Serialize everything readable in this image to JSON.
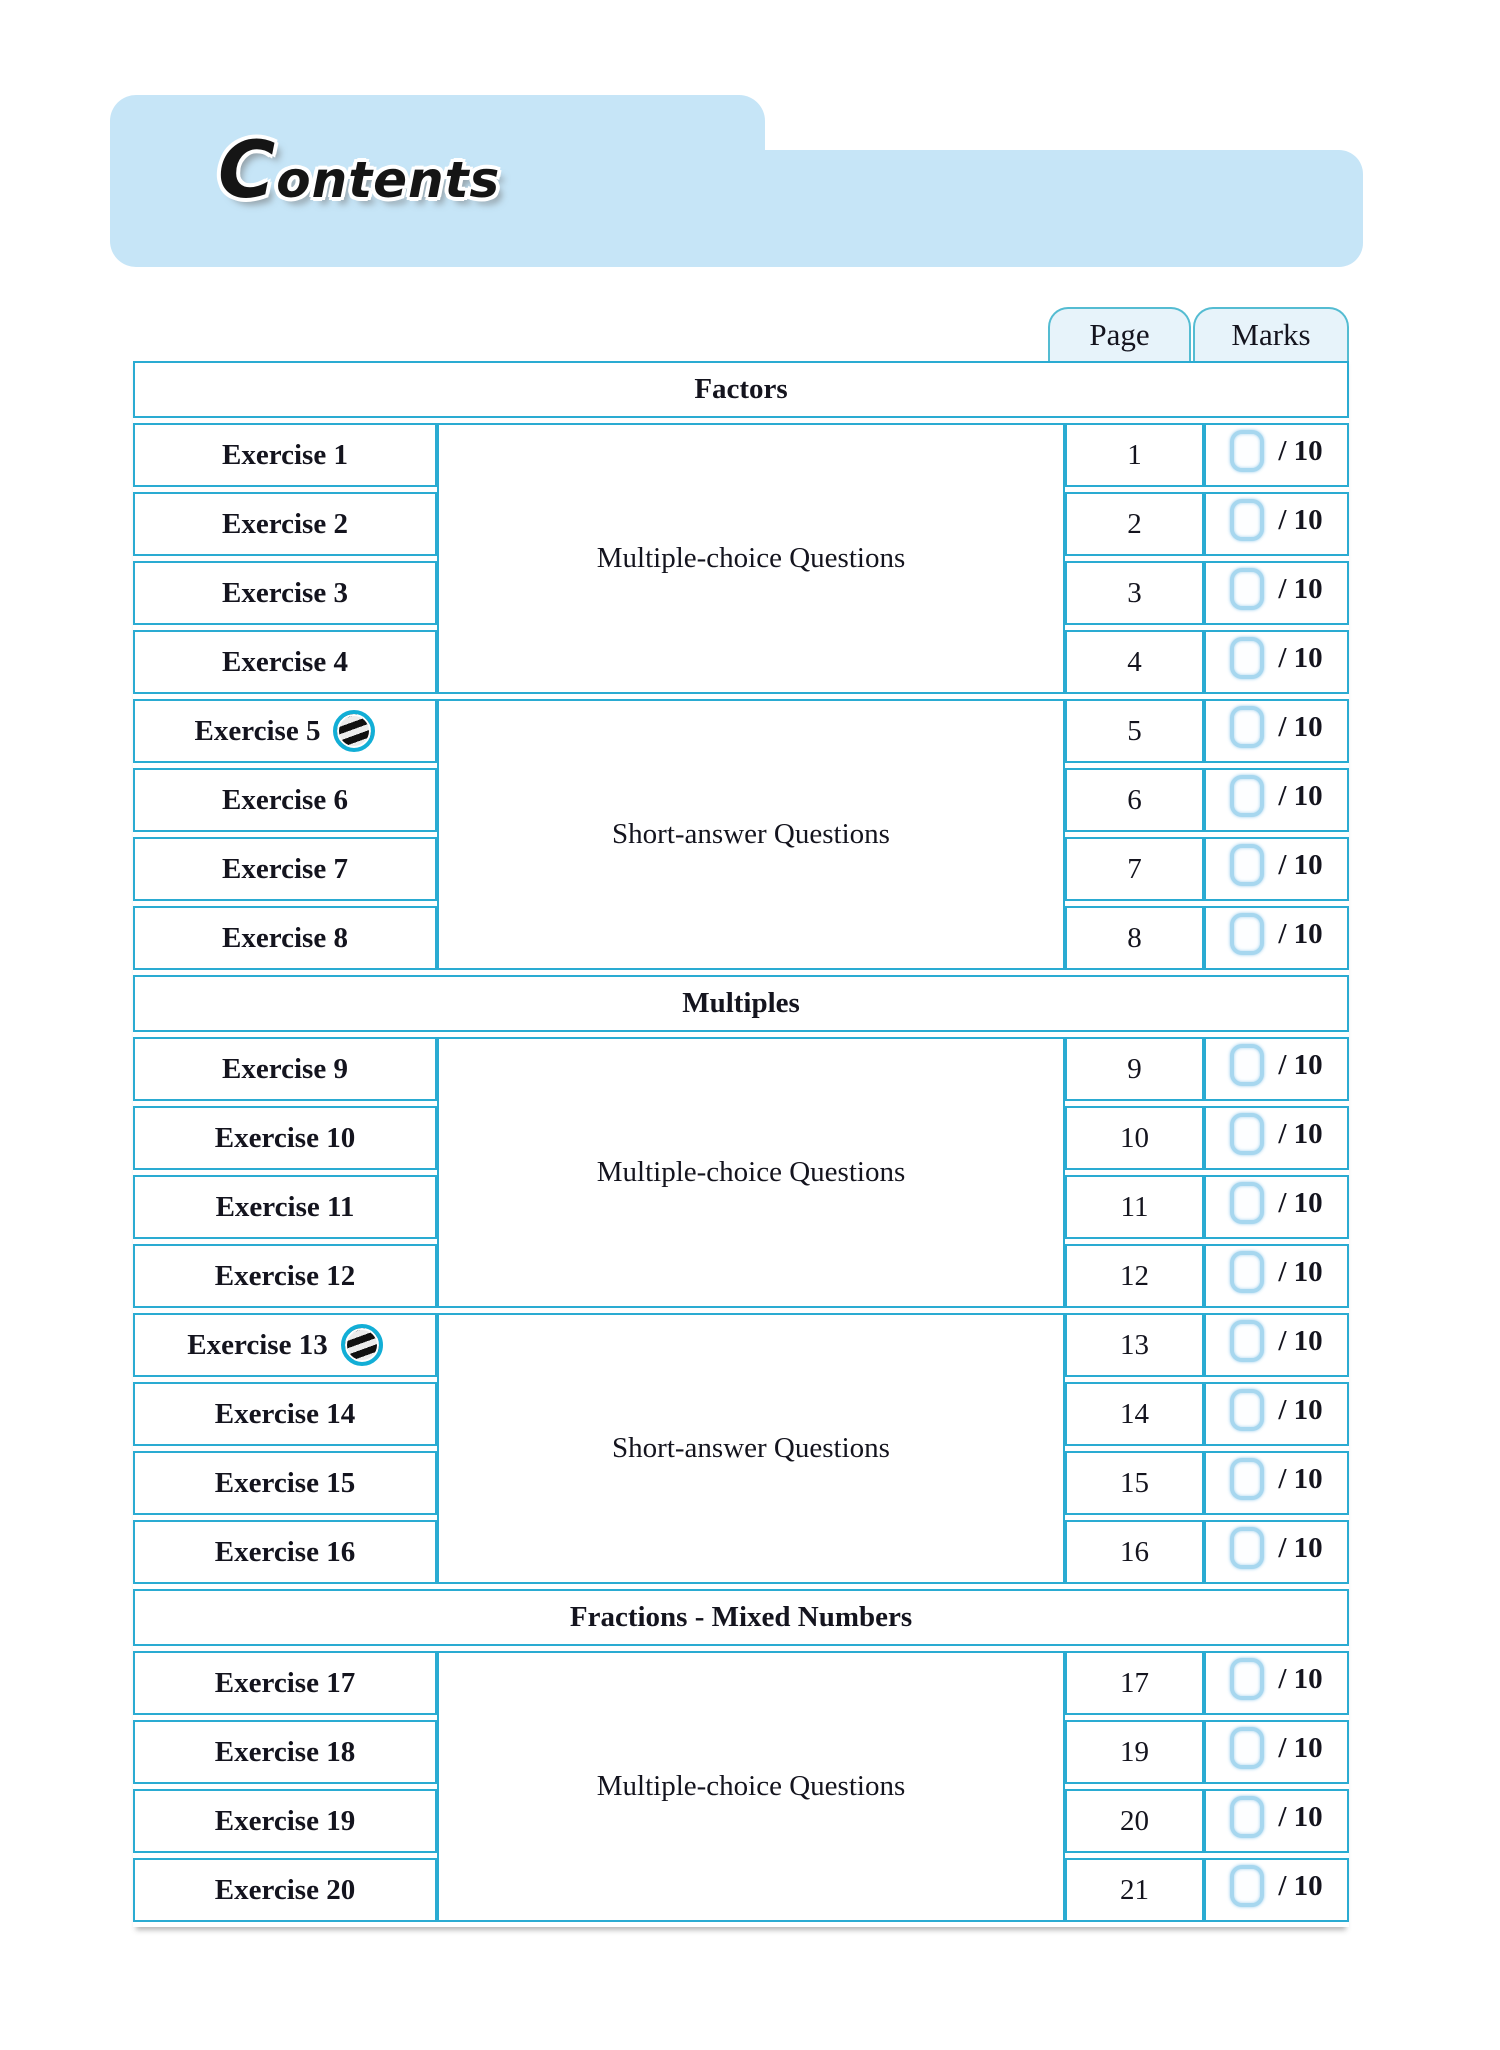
{
  "title": {
    "initial": "C",
    "rest": "ontents"
  },
  "columns": {
    "page": "Page",
    "marks": "Marks"
  },
  "colors": {
    "table_border": "#2aabd2",
    "banner_fill": "#c6e5f7",
    "section_band_fill": "#e8f3fb",
    "tab_fill": "#e7f3fa",
    "marks_box_border": "#a7d7ef",
    "icon_ring": "#12aed6"
  },
  "sections": [
    {
      "title": "Factors",
      "groups": [
        {
          "description": "Multiple-choice Questions",
          "rows": [
            {
              "label": "Exercise 1",
              "page": "1",
              "marks": "/ 10"
            },
            {
              "label": "Exercise 2",
              "page": "2",
              "marks": "/ 10"
            },
            {
              "label": "Exercise 3",
              "page": "3",
              "marks": "/ 10"
            },
            {
              "label": "Exercise 4",
              "page": "4",
              "marks": "/ 10"
            }
          ]
        },
        {
          "description": "Short-answer Questions",
          "rows": [
            {
              "label": "Exercise 5",
              "icon": "striped-sphere-icon",
              "page": "5",
              "marks": "/ 10"
            },
            {
              "label": "Exercise 6",
              "page": "6",
              "marks": "/ 10"
            },
            {
              "label": "Exercise 7",
              "page": "7",
              "marks": "/ 10"
            },
            {
              "label": "Exercise 8",
              "page": "8",
              "marks": "/ 10"
            }
          ]
        }
      ]
    },
    {
      "title": "Multiples",
      "groups": [
        {
          "description": "Multiple-choice Questions",
          "rows": [
            {
              "label": "Exercise 9",
              "page": "9",
              "marks": "/ 10"
            },
            {
              "label": "Exercise 10",
              "page": "10",
              "marks": "/ 10"
            },
            {
              "label": "Exercise 11",
              "page": "11",
              "marks": "/ 10"
            },
            {
              "label": "Exercise 12",
              "page": "12",
              "marks": "/ 10"
            }
          ]
        },
        {
          "description": "Short-answer Questions",
          "rows": [
            {
              "label": "Exercise 13",
              "icon": "striped-sphere-icon",
              "page": "13",
              "marks": "/ 10"
            },
            {
              "label": "Exercise 14",
              "page": "14",
              "marks": "/ 10"
            },
            {
              "label": "Exercise 15",
              "page": "15",
              "marks": "/ 10"
            },
            {
              "label": "Exercise 16",
              "page": "16",
              "marks": "/ 10"
            }
          ]
        }
      ]
    },
    {
      "title": "Fractions - Mixed Numbers",
      "groups": [
        {
          "description": "Multiple-choice Questions",
          "rows": [
            {
              "label": "Exercise 17",
              "page": "17",
              "marks": "/ 10"
            },
            {
              "label": "Exercise 18",
              "page": "19",
              "marks": "/ 10"
            },
            {
              "label": "Exercise 19",
              "page": "20",
              "marks": "/ 10"
            },
            {
              "label": "Exercise 20",
              "page": "21",
              "marks": "/ 10"
            }
          ]
        }
      ]
    }
  ]
}
